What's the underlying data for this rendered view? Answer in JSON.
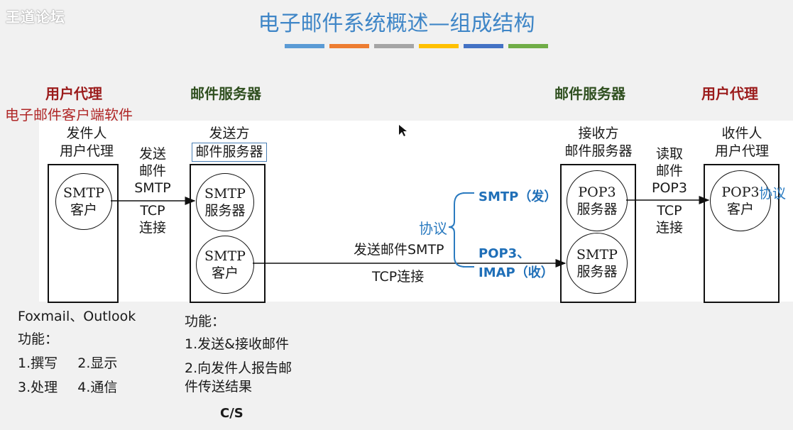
{
  "watermark": "王道论坛",
  "title": "电子邮件系统概述—组成结构",
  "bar_colors": [
    "#5b9bd5",
    "#ed7d31",
    "#a5a5a5",
    "#ffc000",
    "#4472c4",
    "#70ad47"
  ],
  "roles": {
    "left_user_agent": "用户代理",
    "left_server": "邮件服务器",
    "right_server": "邮件服务器",
    "right_user_agent": "用户代理",
    "client_software": "电子邮件客户端软件"
  },
  "sender": {
    "line1": "发件人",
    "line2": "用户代理",
    "circle_line1": "SMTP",
    "circle_line2": "客户"
  },
  "sending_server": {
    "line1": "发送方",
    "line2": "邮件服务器",
    "circle1_line1": "SMTP",
    "circle1_line2": "服务器",
    "circle2_line1": "SMTP",
    "circle2_line2": "客户"
  },
  "receiving_server": {
    "line1": "接收方",
    "line2": "邮件服务器",
    "circle1_line1": "POP3",
    "circle1_line2": "服务器",
    "circle2_line1": "SMTP",
    "circle2_line2": "服务器"
  },
  "receiver": {
    "line1": "收件人",
    "line2": "用户代理",
    "circle_line1": "POP3",
    "circle_line2": "客户"
  },
  "link_send": {
    "l1": "发送",
    "l2": "邮件",
    "l3": "SMTP",
    "l4": "TCP",
    "l5": "连接"
  },
  "link_read": {
    "l1": "读取",
    "l2": "邮件",
    "l3": "POP3",
    "l4": "TCP",
    "l5": "连接"
  },
  "link_middle": {
    "top": "发送邮件SMTP",
    "bottom": "TCP连接"
  },
  "protocol": {
    "label": "协议",
    "smtp": "SMTP（发）",
    "pop3": "POP3、",
    "imap": "IMAP（收）",
    "right_label": "协议"
  },
  "notes_left": {
    "software": "Foxmail、Outlook",
    "func_title": "功能：",
    "f1": "1.撰写",
    "f2": "2.显示",
    "f3": "3.处理",
    "f4": "4.通信"
  },
  "notes_mid": {
    "func_title": "功能：",
    "f1": "1.发送&接收邮件",
    "f2a": "2.向发件人报告邮",
    "f2b": "件传送结果",
    "cs": "C/S"
  }
}
